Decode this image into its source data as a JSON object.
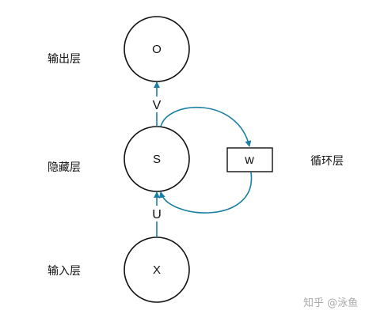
{
  "layers": {
    "output": "输出层",
    "hidden": "隐藏层",
    "recurrent": "循环层",
    "input": "输入层"
  },
  "nodes": {
    "output": "O",
    "hidden": "S",
    "input": "X",
    "recurrent_box": "w"
  },
  "weights": {
    "v": "V",
    "u": "U"
  },
  "watermark": "知乎 @泳鱼",
  "colors": {
    "arrow": "#1a7fa3",
    "node_stroke": "#111111"
  }
}
